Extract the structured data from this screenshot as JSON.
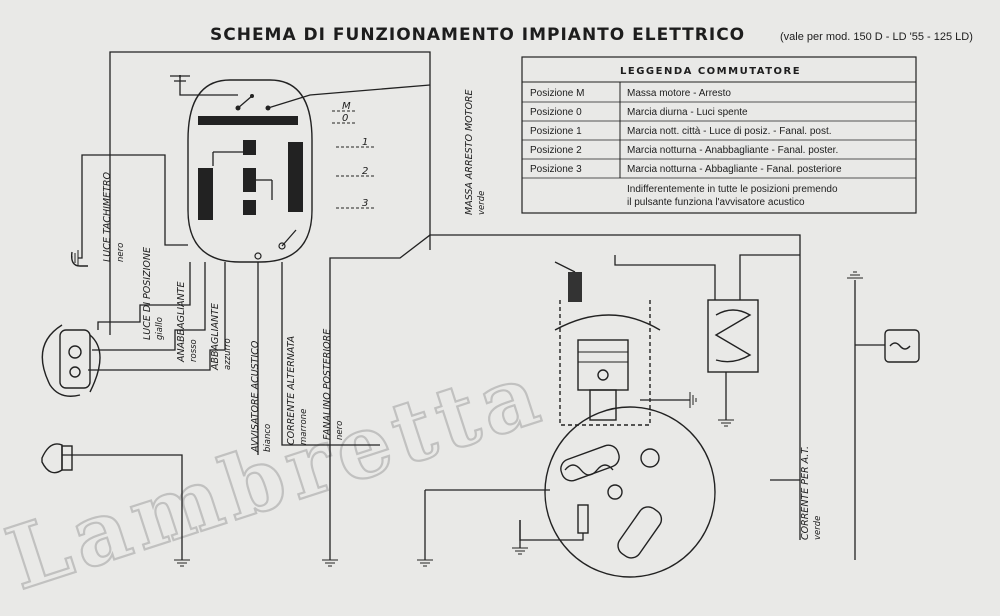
{
  "title": "SCHEMA DI FUNZIONAMENTO IMPIANTO ELETTRICO",
  "subtitle": "(vale per mod. 150 D - LD '55 - 125 LD)",
  "legend": {
    "heading": "LEGGENDA COMMUTATORE",
    "rows": [
      {
        "pos": "Posizione  M",
        "desc": "Massa motore - Arresto"
      },
      {
        "pos": "Posizione  0",
        "desc": "Marcia diurna - Luci spente"
      },
      {
        "pos": "Posizione  1",
        "desc": "Marcia nott. città - Luce di posiz. - Fanal. post."
      },
      {
        "pos": "Posizione  2",
        "desc": "Marcia notturna - Anabbagliante - Fanal. poster."
      },
      {
        "pos": "Posizione  3",
        "desc": "Marcia notturna - Abbagliante - Fanal. posteriore"
      }
    ],
    "note_line1": "Indifferentemente in tutte le posizioni premendo",
    "note_line2": "il pulsante funziona l'avvisatore acustico"
  },
  "switch_positions": {
    "m": "M",
    "p0": "0",
    "p1": "1",
    "p2": "2",
    "p3": "3"
  },
  "wires": {
    "luce_tachimetro": "LUCE TACHIMETRO",
    "luce_tachimetro_color": "nero",
    "luce_posizione": "LUCE DI POSIZIONE",
    "luce_posizione_color": "giallo",
    "anabbagliante": "ANABBAGLIANTE",
    "anabbagliante_color": "rosso",
    "abbagliante": "ABBAGLIANTE",
    "abbagliante_color": "azzurro",
    "avvisatore": "AVVISATORE ACUSTICO",
    "avvisatore_color": "bianco",
    "corrente_alternata": "CORRENTE ALTERNATA",
    "corrente_alternata_color": "marrone",
    "fanalino": "FANALINO POSTERIORE",
    "fanalino_color": "nero",
    "massa_arresto": "MASSA ARRESTO MOTORE",
    "massa_arresto_color": "verde",
    "corrente_at": "CORRENTE PER A.T.",
    "corrente_at_color": "verde"
  },
  "watermark": "Lambretta"
}
